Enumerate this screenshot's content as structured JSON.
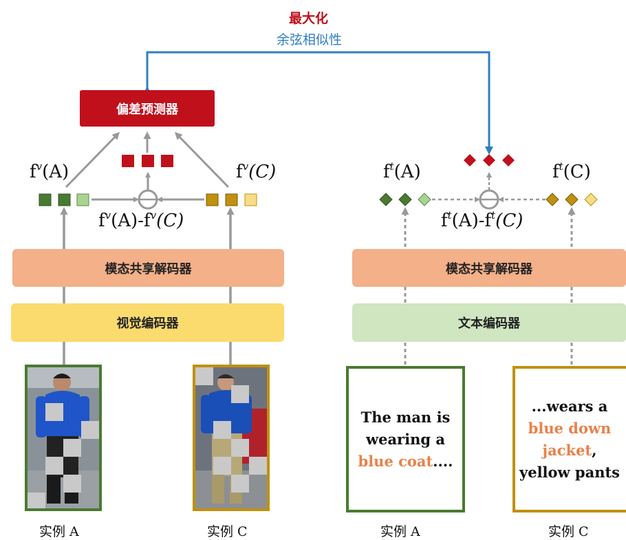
{
  "top_labels": {
    "maximize": "最大化",
    "cosine": "余弦相似性"
  },
  "bias_predictor": {
    "label": "偏差预测器"
  },
  "visual_branch": {
    "fv_a": {
      "f": "f",
      "sup": "v",
      "arg": "(A)"
    },
    "fv_c": {
      "f": "f",
      "sup": "v",
      "arg": "(C)"
    },
    "diff": {
      "p1": "f",
      "s1": "v",
      "a1": "(A)-f",
      "s2": "v",
      "a2": "(C)"
    },
    "decoder": "模态共享解码器",
    "encoder": "视觉编码器",
    "caption_a": "实例 A",
    "caption_c": "实例 C"
  },
  "text_branch": {
    "ft_a": {
      "f": "f",
      "sup": "t",
      "arg": "(A)"
    },
    "ft_c": {
      "f": "f",
      "sup": "t",
      "arg": "(C)"
    },
    "diff": {
      "p1": "f",
      "s1": "t",
      "a1": "(A)-f",
      "s2": "t",
      "a2": "(C)"
    },
    "decoder": "模态共享解码器",
    "encoder": "文本编码器",
    "caption_a": "实例 A",
    "caption_c": "实例 C",
    "text_a": {
      "l1": "The man is",
      "l2": "wearing a",
      "hl": "blue coat",
      "tail": "...."
    },
    "text_c": {
      "l1": "...wears a",
      "hl1": "blue down",
      "hl2": "jacket",
      "tail2": ",",
      "l4": "yellow pants"
    }
  },
  "colors": {
    "red": "#c0101c",
    "blue": "#2f7fc4",
    "green_dark": "#4a7a32",
    "gold": "#c0900f",
    "orange_box": "#f3b089",
    "yellow_box": "#fbdb6e",
    "green_box": "#cfe6c1"
  }
}
